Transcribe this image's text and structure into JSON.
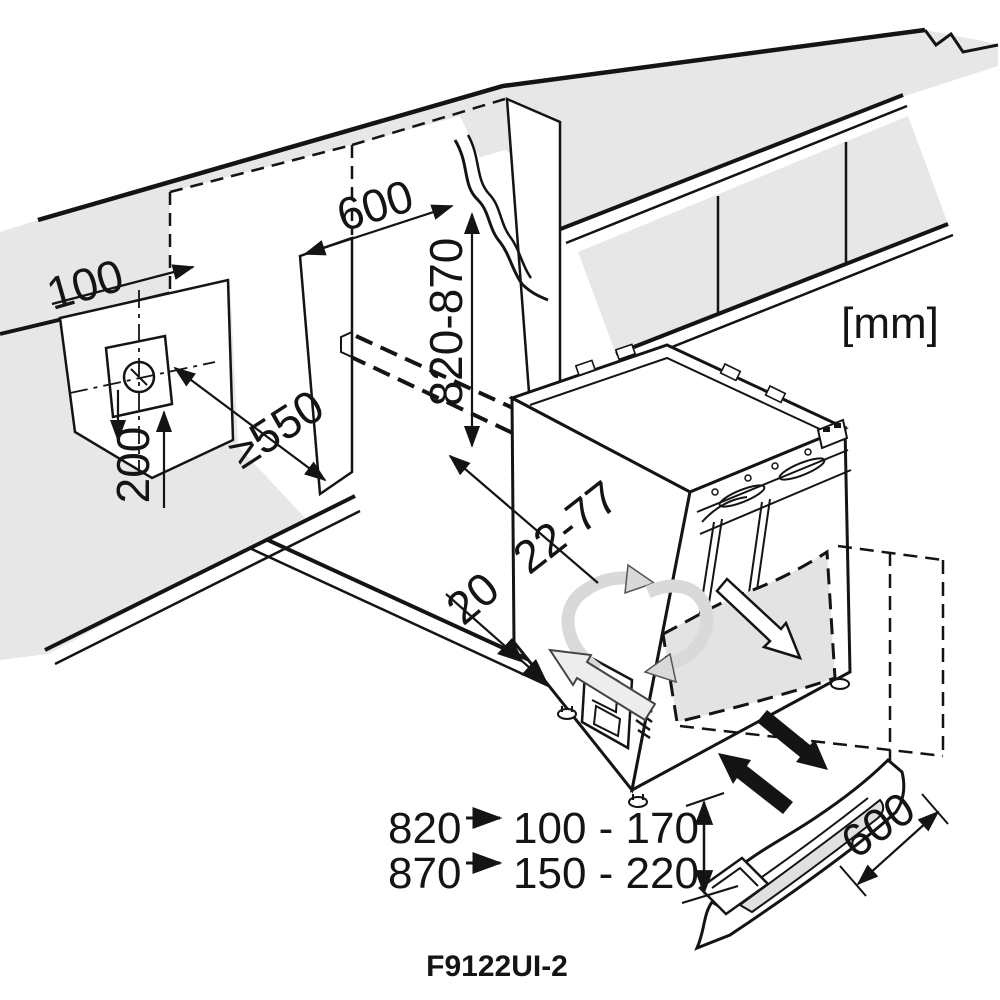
{
  "diagram": {
    "units_label": "[mm]",
    "model": "F9122UI-2",
    "dims": {
      "socket_offset": "100",
      "socket_height": "200",
      "niche_depth": "≥550",
      "niche_width": "600",
      "niche_height_range": "820-870",
      "top_adjust_range": "22-77",
      "wall_gap": "20",
      "plinth_length": "600"
    },
    "plinth_table": {
      "rows": [
        {
          "niche_height": "820",
          "plinth_range": "100 - 170"
        },
        {
          "niche_height": "870",
          "plinth_range": "150 - 220"
        }
      ]
    }
  }
}
